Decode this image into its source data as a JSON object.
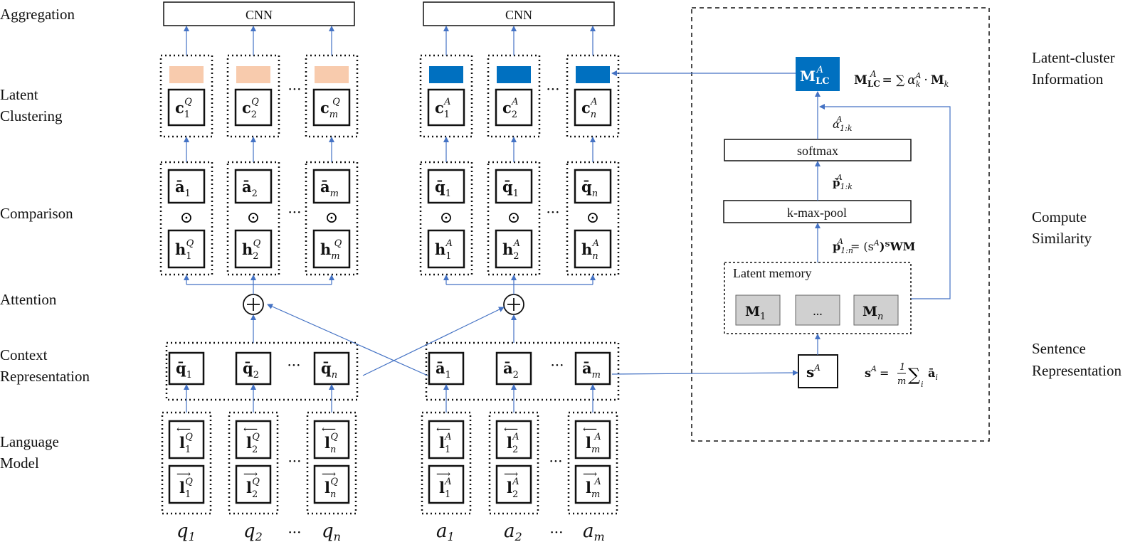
{
  "stage_labels": {
    "aggregation": "Aggregation",
    "latent_clustering_1": "Latent",
    "latent_clustering_2": "Clustering",
    "comparison": "Comparison",
    "attention": "Attention",
    "context_1": "Context",
    "context_2": "Representation",
    "language_1": "Language",
    "language_2": "Model"
  },
  "right_labels": {
    "latent_cluster_1": "Latent-cluster",
    "latent_cluster_2": "Information",
    "compute_1": "Compute",
    "compute_2": "Similarity",
    "sentence_1": "Sentence",
    "sentence_2": "Representation"
  },
  "boxes": {
    "cnn_left": "CNN",
    "cnn_right": "CNN",
    "softmax": "softmax",
    "kmaxpool": "k-max-pool",
    "latent_memory": "Latent memory",
    "memory_dots": "..."
  },
  "tokens": {
    "q": [
      "q",
      "q",
      "q"
    ],
    "q_sub": [
      "1",
      "2",
      "n"
    ],
    "a": [
      "a",
      "a",
      "a"
    ],
    "a_sub": [
      "1",
      "2",
      "m"
    ],
    "ellipsis": "···"
  },
  "symbols": {
    "q_branch": {
      "cluster": [
        [
          "c",
          "1",
          "Q"
        ],
        [
          "c",
          "2",
          "Q"
        ],
        [
          "c",
          "m",
          "Q"
        ]
      ],
      "compare_top": [
        [
          "ā",
          "1"
        ],
        [
          "ā",
          "2"
        ],
        [
          "ā",
          "m"
        ]
      ],
      "compare_bottom": [
        [
          "h",
          "1",
          "Q"
        ],
        [
          "h",
          "2",
          "Q"
        ],
        [
          "h",
          "m",
          "Q"
        ]
      ],
      "context": [
        [
          "q̄",
          "1"
        ],
        [
          "q̄",
          "2"
        ],
        [
          "q̄",
          "n"
        ]
      ],
      "lm_back": [
        [
          "l",
          "1",
          "Q"
        ],
        [
          "l",
          "2",
          "Q"
        ],
        [
          "l",
          "n",
          "Q"
        ]
      ],
      "lm_fwd": [
        [
          "l",
          "1",
          "Q"
        ],
        [
          "l",
          "2",
          "Q"
        ],
        [
          "l",
          "n",
          "Q"
        ]
      ]
    },
    "a_branch": {
      "cluster": [
        [
          "c",
          "1",
          "A"
        ],
        [
          "c",
          "2",
          "A"
        ],
        [
          "c",
          "n",
          "A"
        ]
      ],
      "compare_top": [
        [
          "q̄",
          "1"
        ],
        [
          "q̄",
          "1"
        ],
        [
          "q̄",
          "n"
        ]
      ],
      "compare_bottom": [
        [
          "h",
          "1",
          "A"
        ],
        [
          "h",
          "2",
          "A"
        ],
        [
          "h",
          "n",
          "A"
        ]
      ],
      "context": [
        [
          "ā",
          "1"
        ],
        [
          "ā",
          "2"
        ],
        [
          "ā",
          "m"
        ]
      ],
      "lm_back": [
        [
          "l",
          "1",
          "A"
        ],
        [
          "l",
          "2",
          "A"
        ],
        [
          "l",
          "m",
          "A"
        ]
      ],
      "lm_fwd": [
        [
          "l",
          "1",
          "A"
        ],
        [
          "l",
          "2",
          "A"
        ],
        [
          "l",
          "m",
          "A"
        ]
      ]
    },
    "odot": "⊙",
    "oplus": "+",
    "memory": [
      [
        "M",
        "1"
      ],
      [
        "M",
        "n"
      ]
    ],
    "mlc": [
      "M",
      "LC",
      "A"
    ],
    "sa": [
      "s",
      "A"
    ]
  },
  "equations": {
    "mlc_eq": "= ∑",
    "alpha": "α",
    "alpha_sub": "1:k",
    "alpha_sup": "A",
    "pbar": "p̄",
    "pbar_sub": "1:k",
    "pbar_sup": "A",
    "p_eq_lhs": "p",
    "p_eq_sub": "1:n",
    "p_eq_sup": "A",
    "p_eq_rhs": "= (s",
    "p_eq_rhs2": ")ᵀWM",
    "s_eq": "= ",
    "s_eq_frac_num": "1",
    "s_eq_frac_den": "m",
    "s_eq_sum": "∑",
    "s_eq_sum_sub": "i",
    "s_eq_term": "ā",
    "s_eq_term_sub": "i"
  },
  "colors": {
    "arrow": "#4472C4",
    "cluster_q": "#F8CBAD",
    "cluster_a": "#0070C0",
    "memory_fill": "#D0D0D0"
  }
}
